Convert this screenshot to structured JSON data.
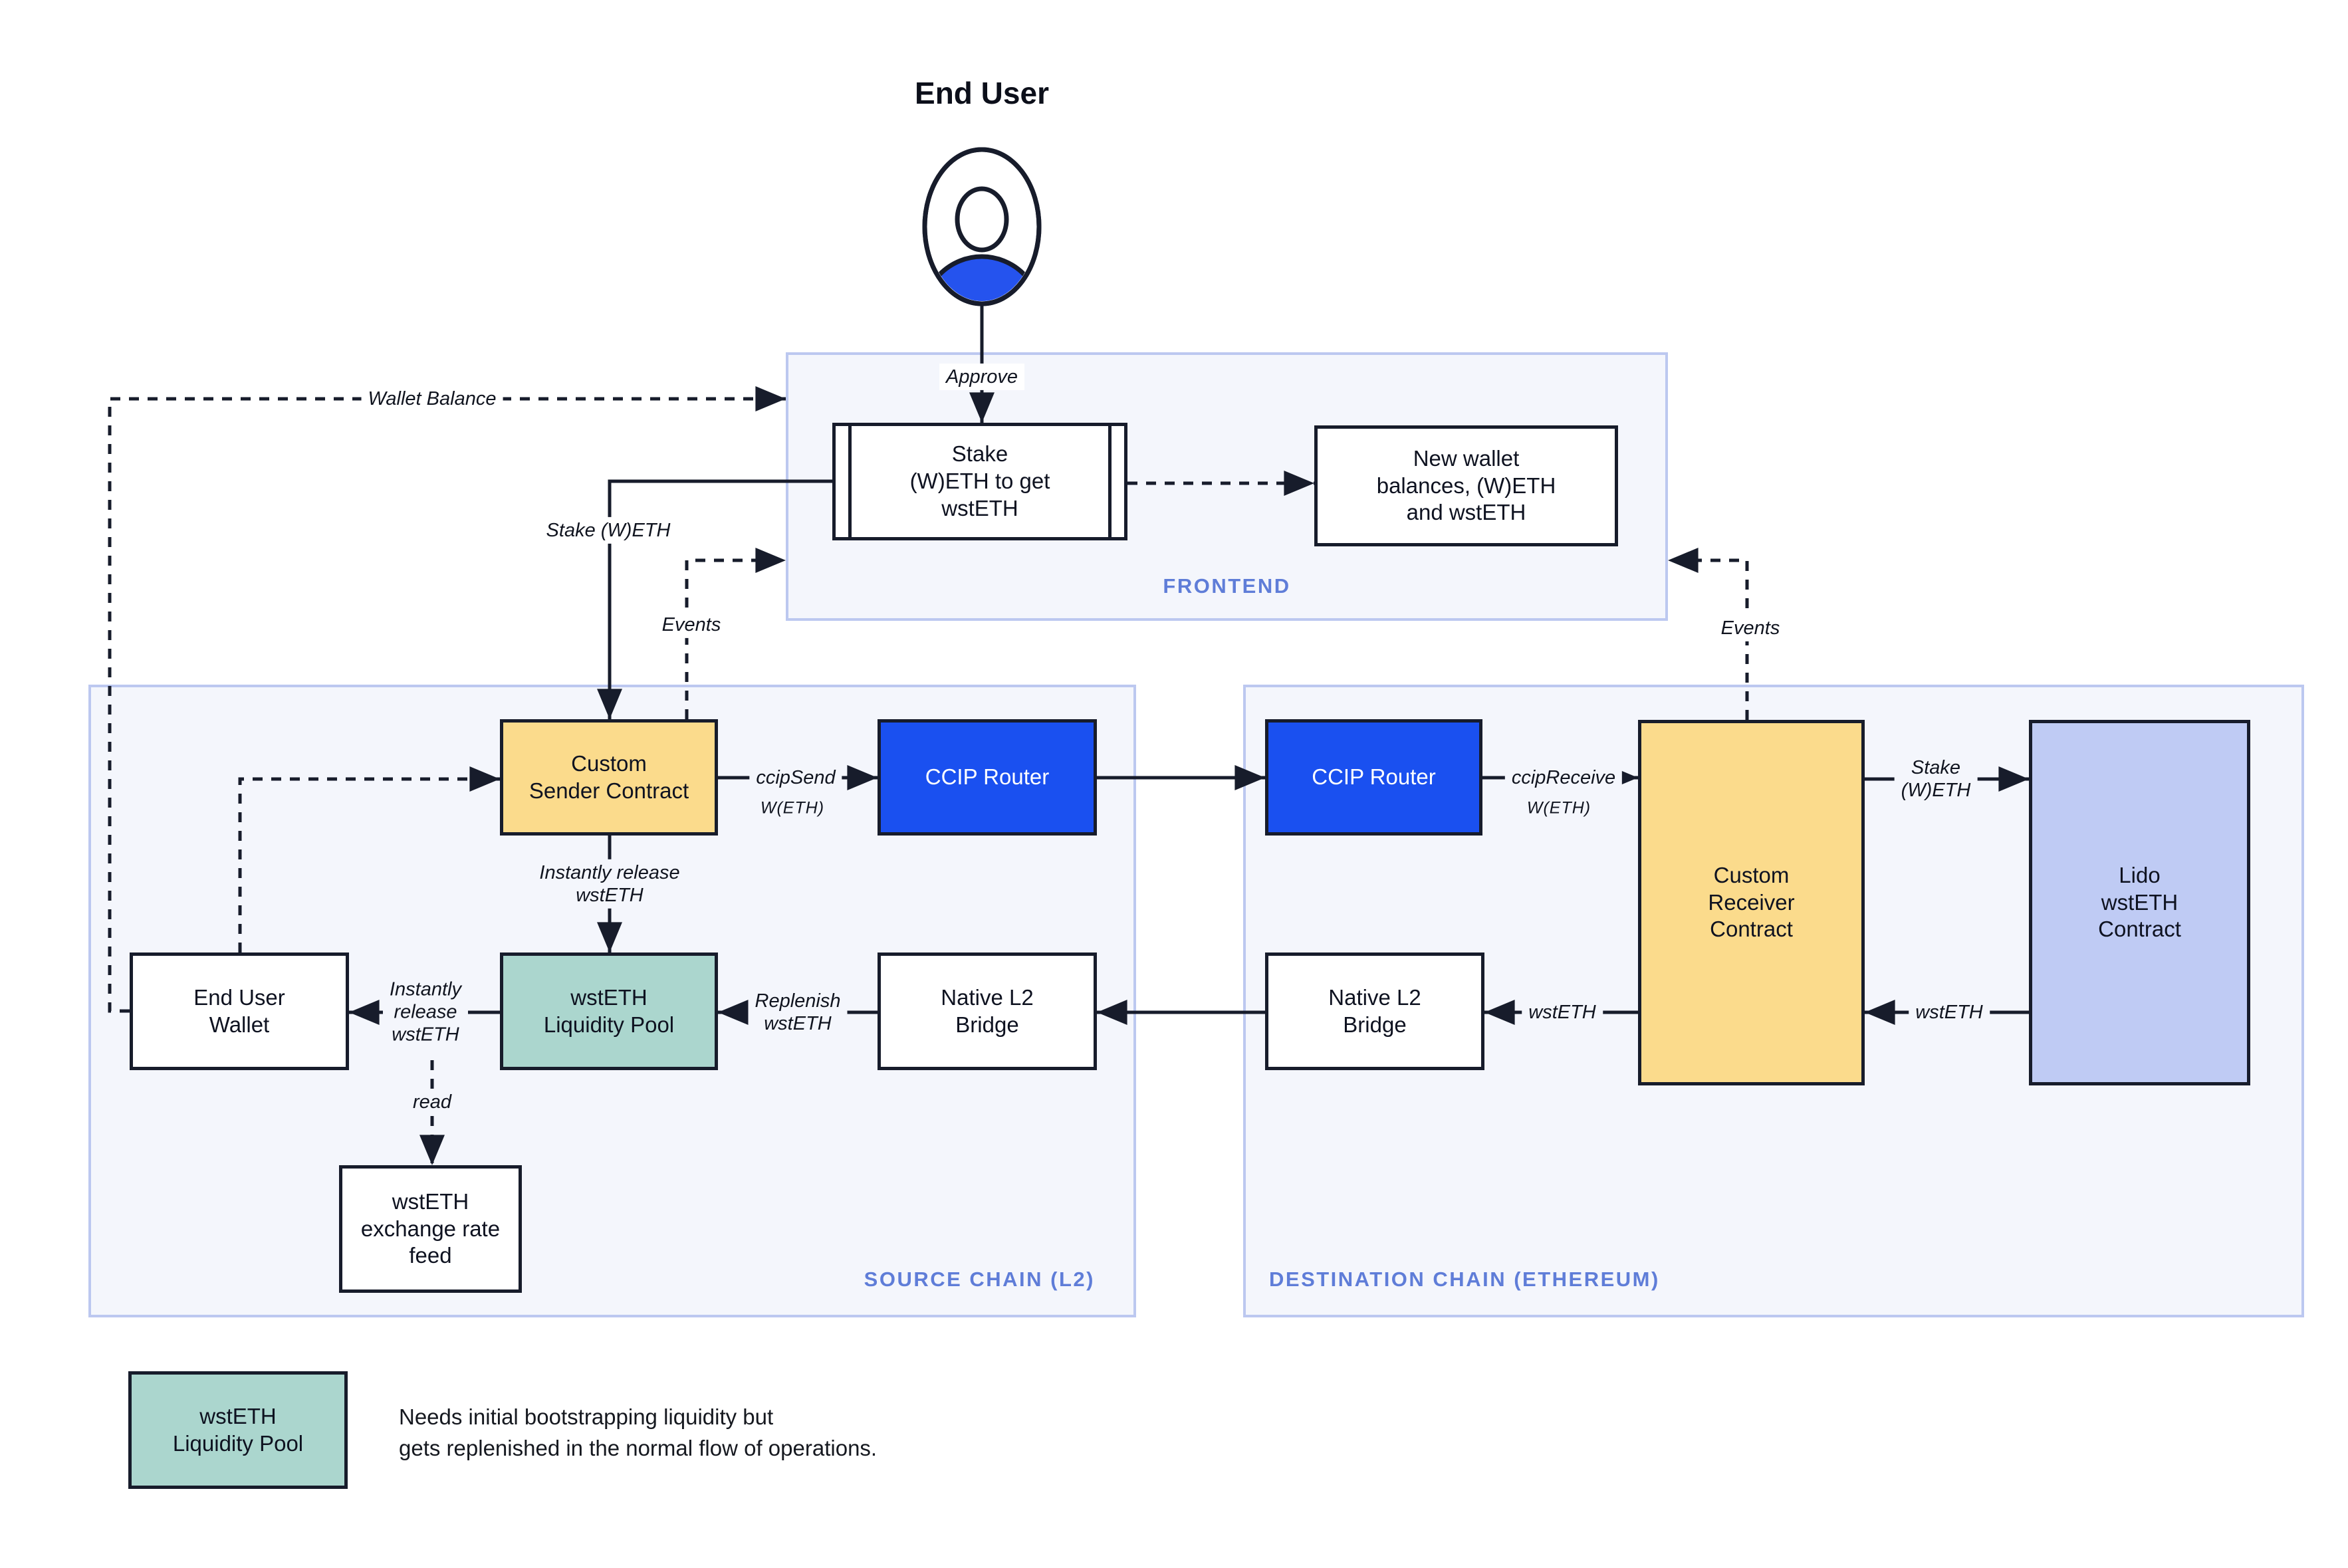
{
  "end_user": {
    "title": "End User"
  },
  "frontend": {
    "label": "FRONTEND",
    "stake_node": "Stake\n(W)ETH to get\nwstETH",
    "new_wallet_node": "New wallet\nbalances, (W)ETH\nand wstETH"
  },
  "source_chain": {
    "label": "SOURCE CHAIN (L2)",
    "custom_sender": "Custom\nSender Contract",
    "ccip_router": "CCIP Router",
    "end_user_wallet": "End User\nWallet",
    "wsteth_pool": "wstETH\nLiquidity Pool",
    "native_bridge": "Native L2\nBridge",
    "exchange_rate_feed": "wstETH\nexchange rate\nfeed"
  },
  "destination_chain": {
    "label": "DESTINATION CHAIN (ETHEREUM)",
    "ccip_router": "CCIP Router",
    "custom_receiver": "Custom\nReceiver\nContract",
    "native_bridge": "Native L2\nBridge",
    "lido_contract": "Lido\nwstETH\nContract"
  },
  "edge_labels": {
    "approve": "Approve",
    "wallet_balance": "Wallet Balance",
    "stake_weth_left": "Stake (W)ETH",
    "events_left": "Events",
    "events_right": "Events",
    "ccip_send": "ccipSend",
    "ccip_send_sub": "W(ETH)",
    "ccip_receive": "ccipReceive",
    "ccip_receive_sub": "W(ETH)",
    "instantly_release_vertical": "Instantly release\nwstETH",
    "instantly_release_horizontal": "Instantly\nrelease\nwstETH",
    "replenish": "Replenish\nwstETH",
    "read": "read",
    "stake_weth_right": "Stake\n(W)ETH",
    "wsteth_from_lido": "wstETH",
    "wsteth_to_bridge": "wstETH"
  },
  "legend": {
    "box_label": "wstETH\nLiquidity Pool",
    "description": "Needs initial bootstrapping liquidity but\ngets replenished in the normal flow of operations."
  },
  "colors": {
    "router_blue": "#1a50f0",
    "contract_yellow": "#fbdb8c",
    "pool_teal": "#abd6ce",
    "lido_periwinkle": "#bfcbf4",
    "panel_fill": "#f4f6fc",
    "panel_border": "#bcc8f0",
    "section_label_blue": "#5f7dd8",
    "line_dark": "#171c2b",
    "user_icon_blue": "#2553ee"
  }
}
